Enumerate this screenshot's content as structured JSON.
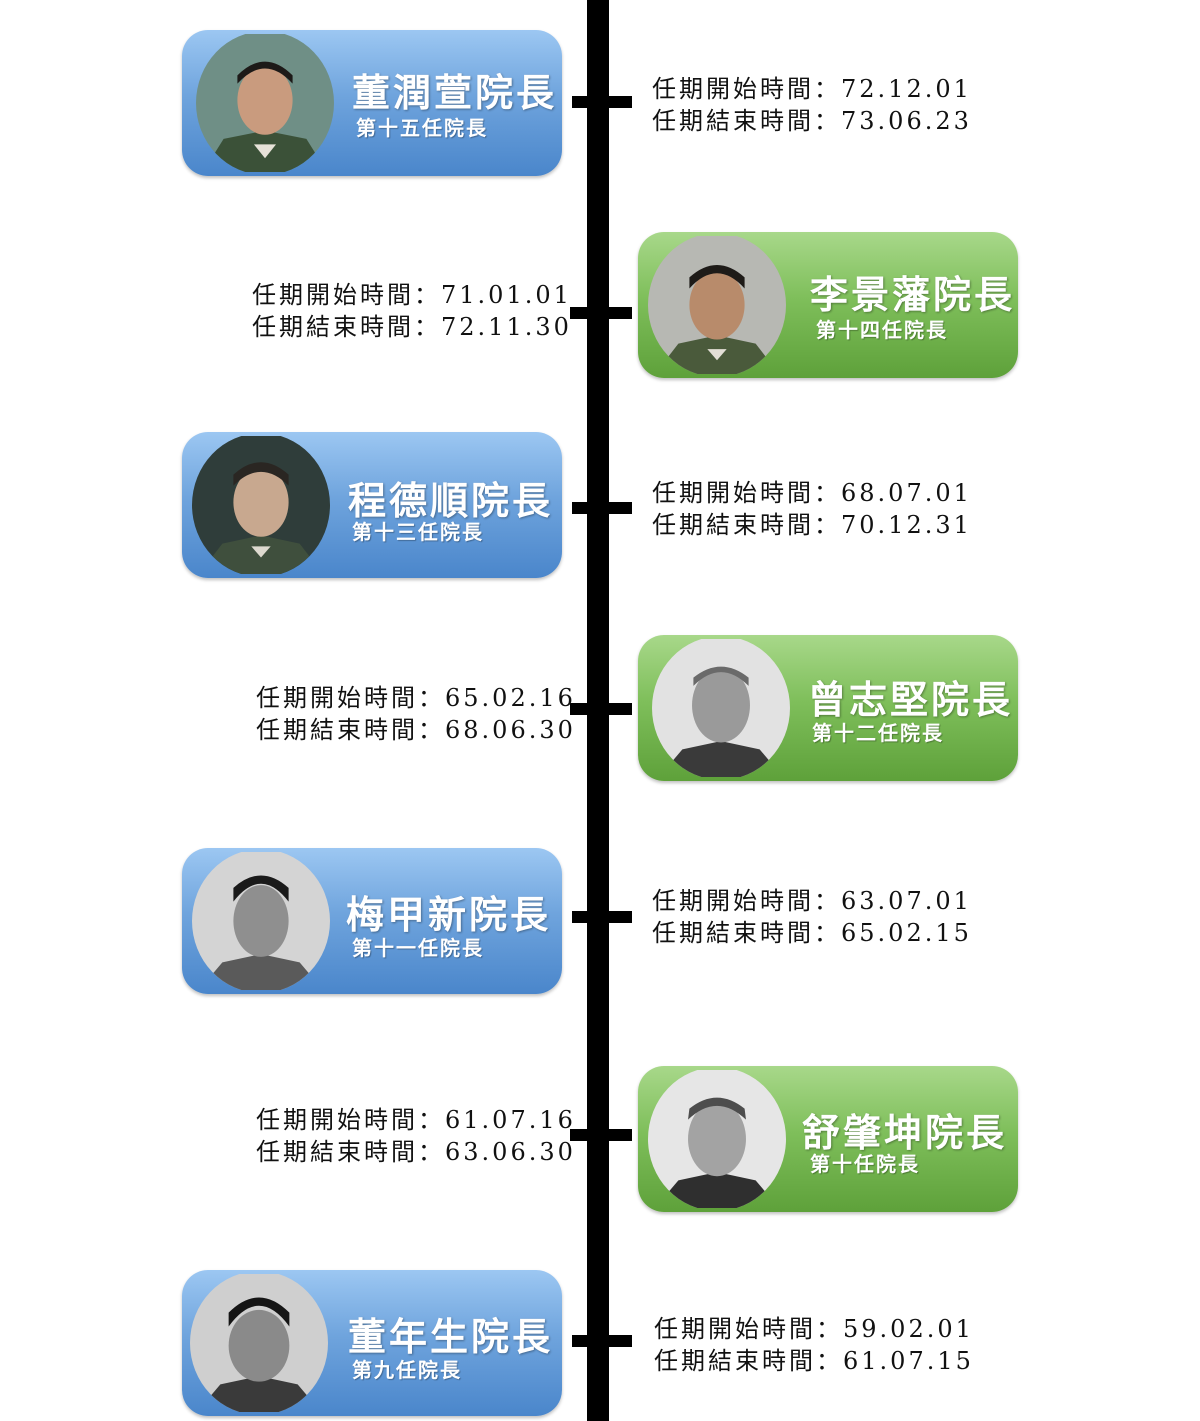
{
  "directors": [
    {
      "name": "董潤萱院長",
      "term": "第十五任院長",
      "start_label": "任期開始時間：",
      "start": "72.12.01",
      "end_label": "任期結束時間：",
      "end": "73.06.23",
      "color": "#4a86cb",
      "photo": "portrait-color-uniform"
    },
    {
      "name": "李景藩院長",
      "term": "第十四任院長",
      "start_label": "任期開始時間：",
      "start": "71.01.01",
      "end_label": "任期結束時間：",
      "end": "72.11.30",
      "color": "#5ea13a",
      "photo": "portrait-color-uniform"
    },
    {
      "name": "程德順院長",
      "term": "第十三任院長",
      "start_label": "任期開始時間：",
      "start": "68.07.01",
      "end_label": "任期結束時間：",
      "end": "70.12.31",
      "color": "#4a86cb",
      "photo": "portrait-color-uniform"
    },
    {
      "name": "曾志堅院長",
      "term": "第十二任院長",
      "start_label": "任期開始時間：",
      "start": "65.02.16",
      "end_label": "任期結束時間：",
      "end": "68.06.30",
      "color": "#5ea13a",
      "photo": "portrait-bw"
    },
    {
      "name": "梅甲新院長",
      "term": "第十一任院長",
      "start_label": "任期開始時間：",
      "start": "63.07.01",
      "end_label": "任期結束時間：",
      "end": "65.02.15",
      "color": "#4a86cb",
      "photo": "portrait-bw"
    },
    {
      "name": "舒肇坤院長",
      "term": "第十任院長",
      "start_label": "任期開始時間：",
      "start": "61.07.16",
      "end_label": "任期結束時間：",
      "end": "63.06.30",
      "color": "#5ea13a",
      "photo": "portrait-bw"
    },
    {
      "name": "董年生院長",
      "term": "第九任院長",
      "start_label": "任期開始時間：",
      "start": "59.02.01",
      "end_label": "任期結束時間：",
      "end": "61.07.15",
      "color": "#4a86cb",
      "photo": "portrait-bw"
    }
  ]
}
